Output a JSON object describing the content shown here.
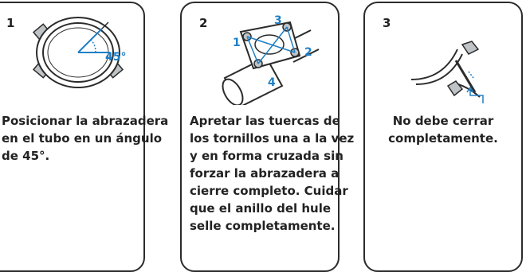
{
  "steps": [
    {
      "number": "1",
      "angle_label": "45°",
      "lines": [
        "Posicionar la abrazadera",
        "en el tubo en un ángulo",
        "de 45°."
      ]
    },
    {
      "number": "2",
      "bolt_labels": [
        "1",
        "2",
        "3",
        "4"
      ],
      "lines": [
        "Apretar las tuercas de",
        "los tornillos una a la vez",
        "y en forma cruzada sin",
        "forzar la abrazadera a",
        "cierre completo. Cuidar",
        "que el anillo del hule",
        "selle completamente."
      ]
    },
    {
      "number": "3",
      "lines": [
        "No debe cerrar",
        "completamente."
      ]
    }
  ],
  "colors": {
    "accent": "#1e7fc6",
    "outline": "#2b2b2b",
    "metal": "#bfc3c6"
  }
}
